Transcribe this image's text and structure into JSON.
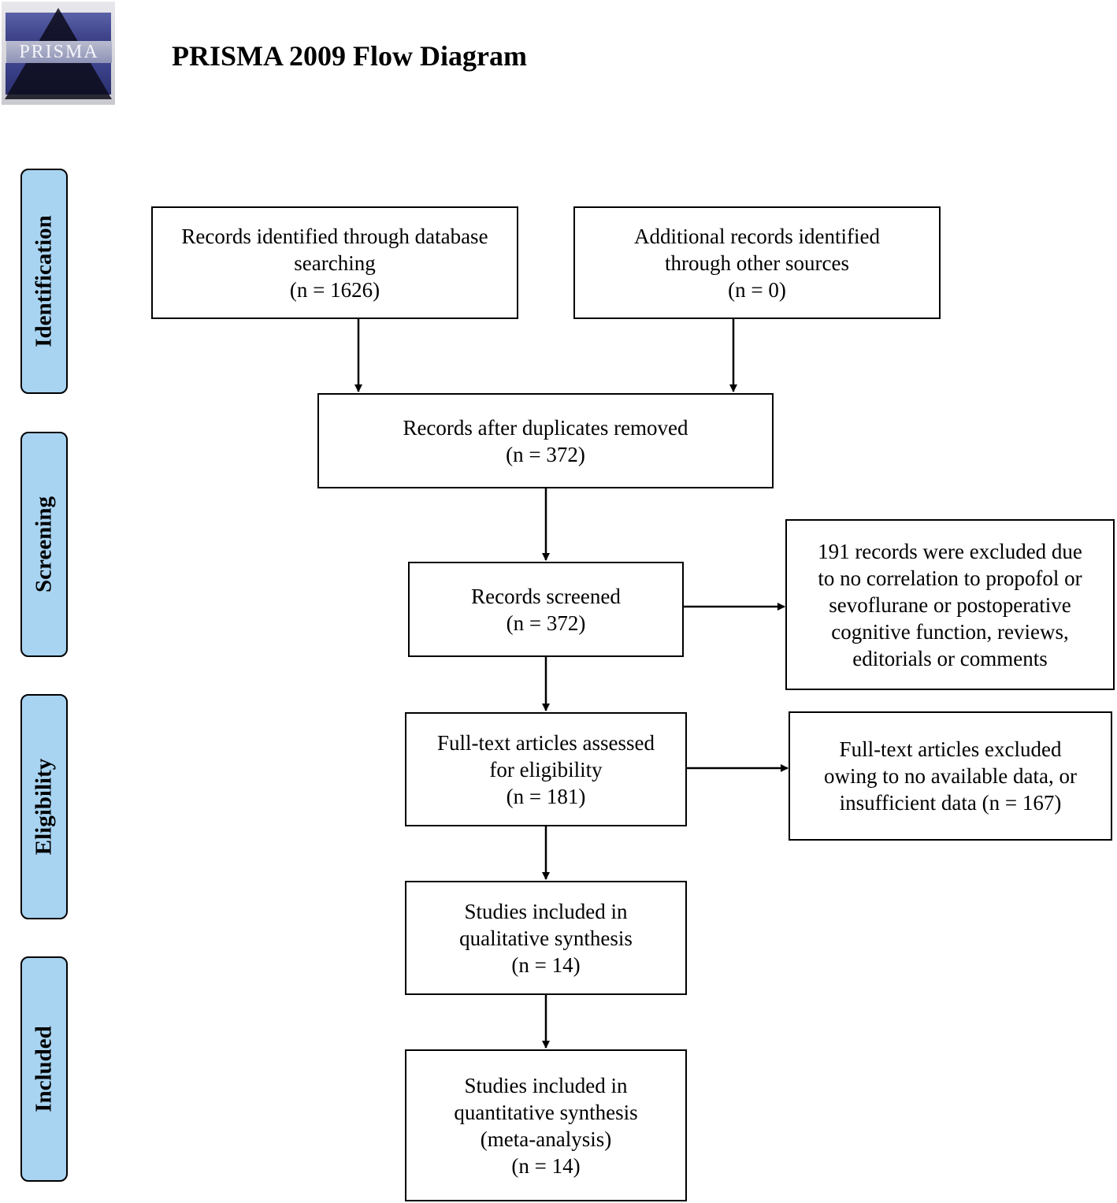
{
  "logo": {
    "text": "PRISMA"
  },
  "title": "PRISMA 2009 Flow Diagram",
  "phases": {
    "identification": "Identification",
    "screening": "Screening",
    "eligibility": "Eligibility",
    "included": "Included"
  },
  "boxes": {
    "database": {
      "line1": "Records identified through database",
      "line2": "searching",
      "count": "(n = 1626)"
    },
    "other": {
      "line1": "Additional records identified",
      "line2": "through other sources",
      "count": "(n = 0)"
    },
    "deduplicated": {
      "line1": "Records after duplicates removed",
      "count": "(n = 372)"
    },
    "screened": {
      "line1": "Records screened",
      "count": "(n = 372)"
    },
    "excluded_screen": {
      "line1": "191 records were excluded due",
      "line2": "to no correlation to propofol or",
      "line3": "sevoflurane or postoperative",
      "line4": "cognitive function, reviews,",
      "line5": "editorials or comments"
    },
    "fulltext": {
      "line1": "Full-text articles assessed",
      "line2": "for eligibility",
      "count": "(n = 181)"
    },
    "excluded_fulltext": {
      "line1": "Full-text articles excluded",
      "line2": "owing to no available data, or",
      "line3": "insufficient data (n = 167)"
    },
    "qualitative": {
      "line1": "Studies included in",
      "line2": "qualitative synthesis",
      "count": "(n = 14)"
    },
    "quantitative": {
      "line1": "Studies included in",
      "line2": "quantitative synthesis",
      "line3": "(meta-analysis)",
      "count": "(n = 14)"
    }
  }
}
